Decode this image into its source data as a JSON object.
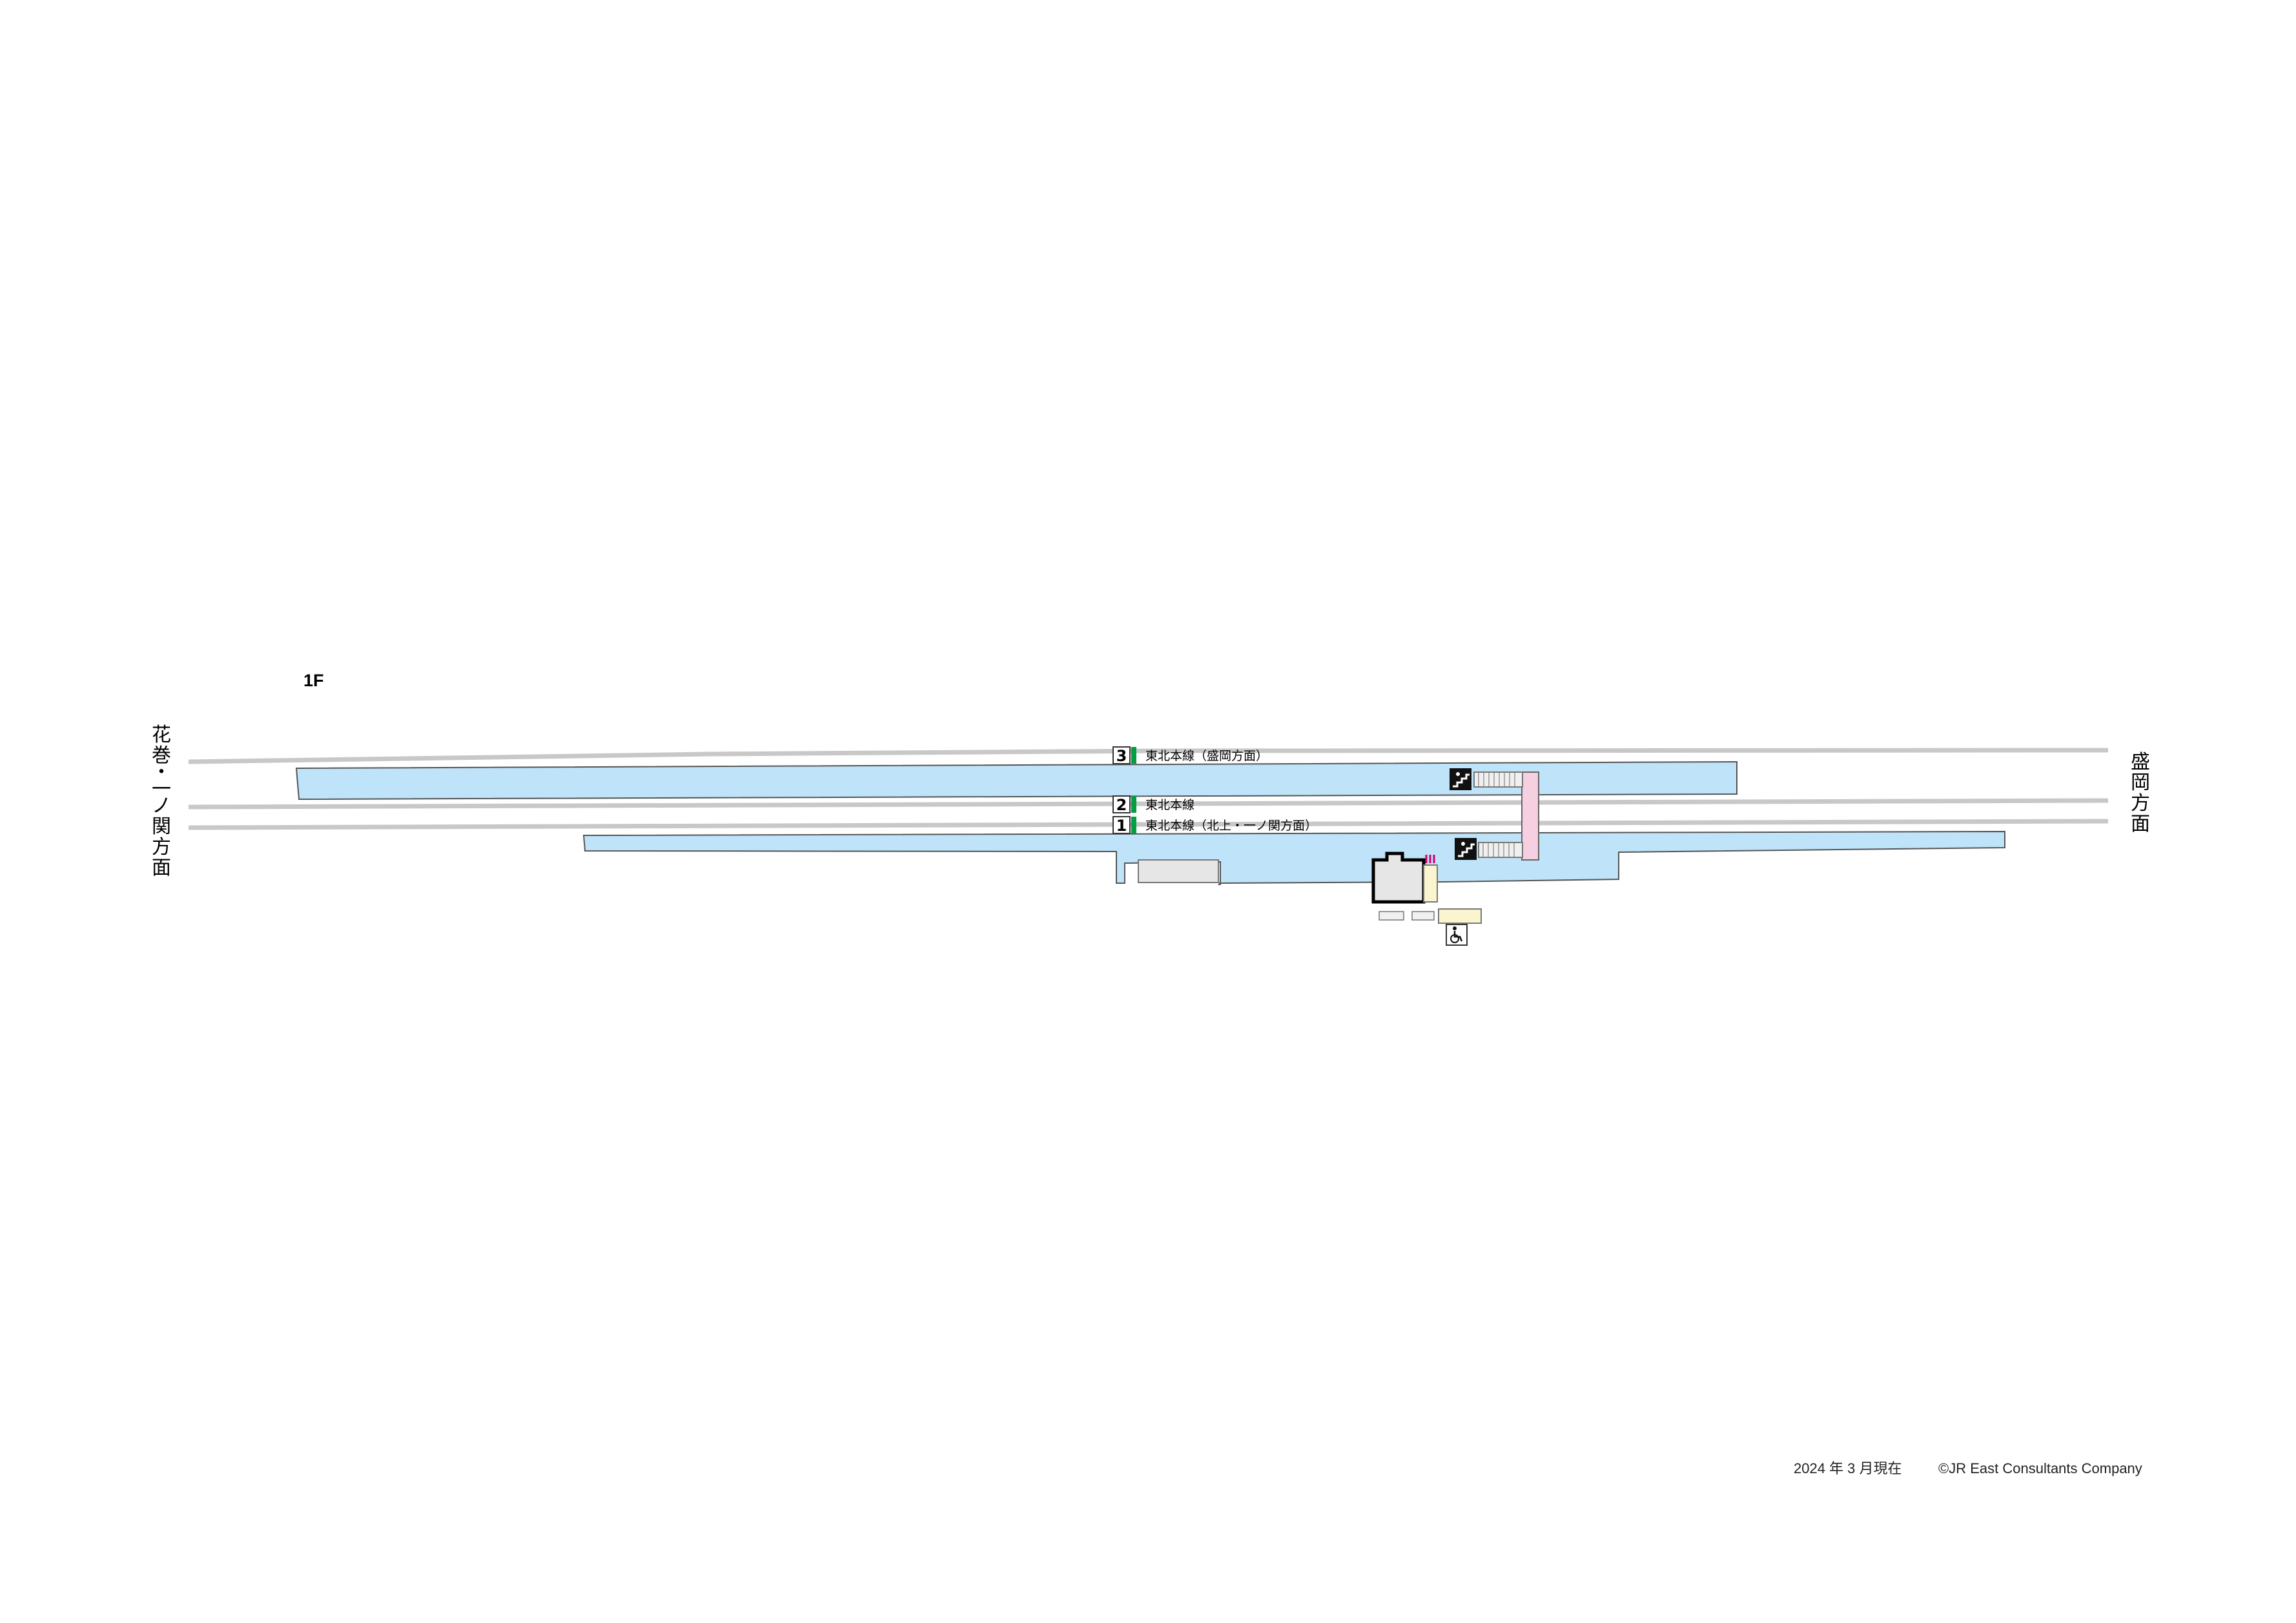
{
  "floor": {
    "label": "1F"
  },
  "directions": {
    "west": [
      "花",
      "巻",
      "・",
      "一",
      "ノ",
      "関",
      "方",
      "面"
    ],
    "east": [
      "盛",
      "岡",
      "方",
      "面"
    ]
  },
  "tracks": [
    {
      "number": "3",
      "line": "東北本線（盛岡方面）"
    },
    {
      "number": "2",
      "line": "東北本線"
    },
    {
      "number": "1",
      "line": "東北本線（北上・一ノ関方面）"
    }
  ],
  "footer": {
    "date": "2024 年 3 月現在",
    "copyright": "©JR East Consultants Company"
  },
  "colors": {
    "platform": "#bfe3f8",
    "track": "#c8c8c8",
    "overpass": "#f6cfe0",
    "station_building": "#e6e6e6",
    "concourse": "#fbf5cf",
    "track_marker": "#00a040",
    "ticket_gate": "#d0006f"
  },
  "icons": [
    "stairs-icon",
    "stairs-icon",
    "wheelchair-accessible-icon"
  ]
}
